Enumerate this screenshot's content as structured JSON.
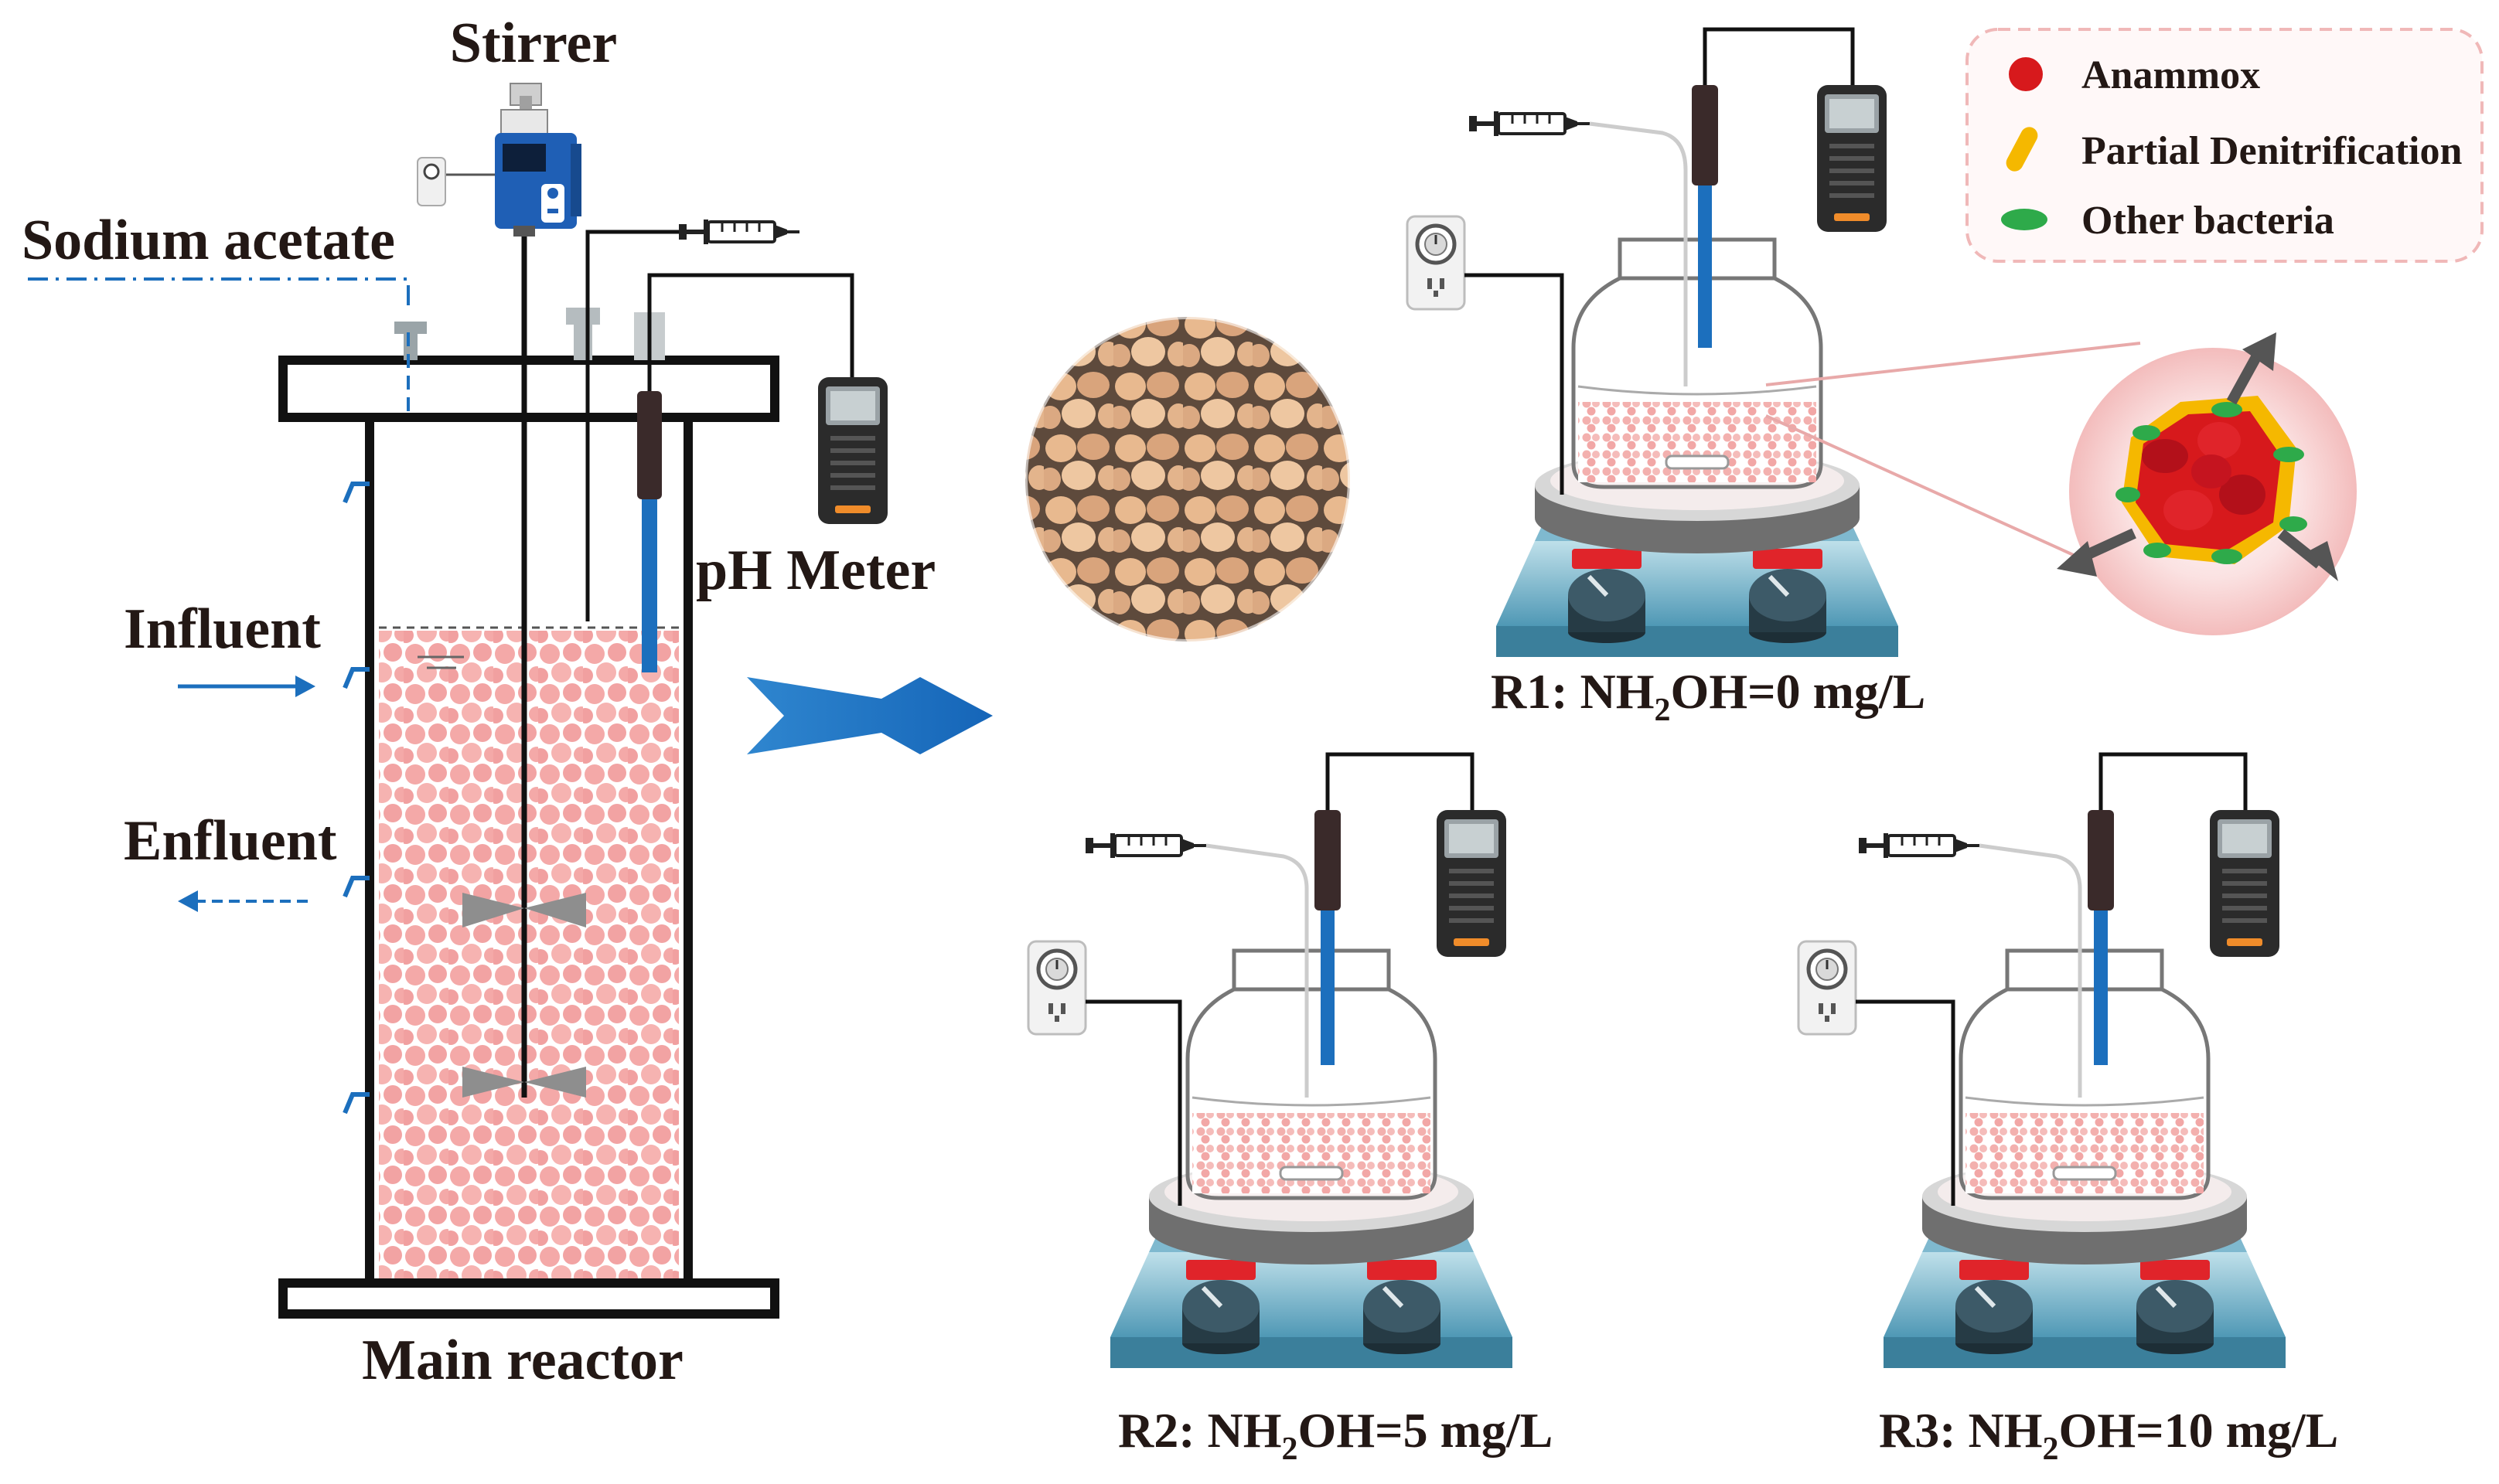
{
  "main": {
    "stirrer_label": "Stirrer",
    "sodium_acetate_label": "Sodium acetate",
    "influent_label": "Influent",
    "effluent_label": "Enfluent",
    "ph_meter_label": "pH Meter",
    "reactor_label": "Main reactor"
  },
  "legend": {
    "items": [
      {
        "label": "Anammox",
        "color": "#d7191c",
        "icon": "red-granule-icon"
      },
      {
        "label": "Partial Denitrification",
        "color": "#f5b800",
        "icon": "yellow-rod-icon"
      },
      {
        "label": "Other bacteria",
        "color": "#2eaa4a",
        "icon": "green-ellipse-icon"
      }
    ]
  },
  "reactors": [
    {
      "id": "R1",
      "label_prefix": "R1: NH",
      "subscript": "2",
      "label_suffix": "OH=0 mg/L"
    },
    {
      "id": "R2",
      "label_prefix": "R2: NH",
      "subscript": "2",
      "label_suffix": "OH=5 mg/L"
    },
    {
      "id": "R3",
      "label_prefix": "R3: NH",
      "subscript": "2",
      "label_suffix": "OH=10 mg/L"
    }
  ],
  "colors": {
    "accent_blue": "#1c6fbd",
    "granule_pink": "#f4a9a8",
    "stir_plate_blue": "#4a9fbf",
    "knob_dark": "#263b45",
    "indicator_red": "#e0242a"
  }
}
